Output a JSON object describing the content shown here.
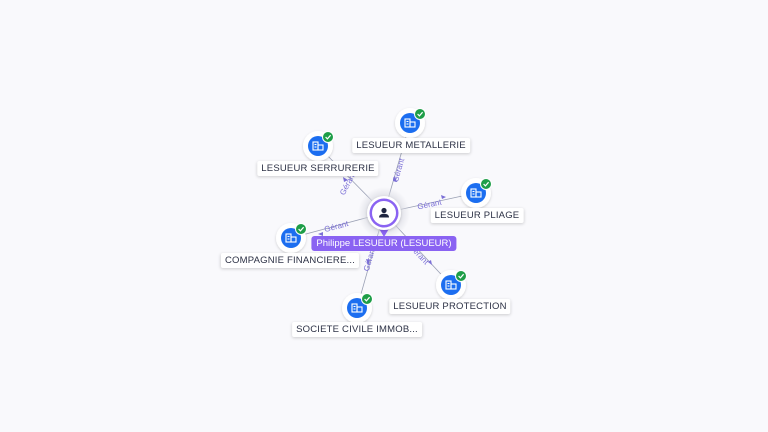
{
  "center": {
    "label": "Philippe LESUEUR (LESUEUR)",
    "icon": "person-icon"
  },
  "companies": [
    {
      "label": "LESUEUR METALLERIE",
      "icon": "building-icon",
      "status": "verified-check-icon"
    },
    {
      "label": "LESUEUR SERRURERIE",
      "icon": "building-icon",
      "status": "verified-check-icon"
    },
    {
      "label": "LESUEUR PLIAGE",
      "icon": "building-icon",
      "status": "verified-check-icon"
    },
    {
      "label": "COMPAGNIE FINANCIERE...",
      "icon": "building-icon",
      "status": "verified-check-icon"
    },
    {
      "label": "LESUEUR PROTECTION",
      "icon": "building-icon",
      "status": "verified-check-icon"
    },
    {
      "label": "SOCIETE CIVILE IMMOB...",
      "icon": "building-icon",
      "status": "verified-check-icon"
    }
  ],
  "edges": [
    {
      "label": "Gérant"
    },
    {
      "label": "Gérant"
    },
    {
      "label": "Gérant"
    },
    {
      "label": "Gérant"
    },
    {
      "label": "Gérant"
    },
    {
      "label": "Gérant"
    }
  ],
  "colors": {
    "accent": "#8a63f2",
    "node_blue": "#1c6ef0",
    "check_green": "#1e9e48",
    "edge": "#9aa0b4"
  }
}
